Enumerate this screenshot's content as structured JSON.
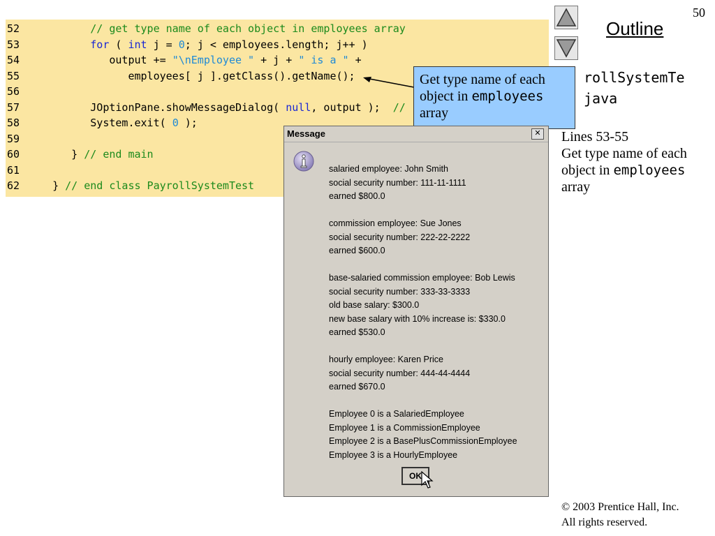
{
  "page_number": "50",
  "outline_label": "Outline",
  "side": {
    "file_line1": "rollSystemTe",
    "file_line2": "java",
    "lines_label": "Lines 53-55",
    "note_pre": "Get type name of each object in ",
    "note_code": "employees",
    "note_post": "array"
  },
  "callout": {
    "pre": "Get type name of each object in ",
    "code": "employees",
    "post": "array"
  },
  "code": {
    "lines": [
      {
        "num": "52",
        "tokens": [
          {
            "t": "         "
          },
          {
            "t": "// get type name of each object in employees array",
            "c": "cm"
          }
        ]
      },
      {
        "num": "53",
        "tokens": [
          {
            "t": "         "
          },
          {
            "t": "for",
            "c": "kw"
          },
          {
            "t": " ( "
          },
          {
            "t": "int",
            "c": "kw"
          },
          {
            "t": " j = "
          },
          {
            "t": "0",
            "c": "nm"
          },
          {
            "t": "; j < employees.length; j++ )"
          }
        ]
      },
      {
        "num": "54",
        "tokens": [
          {
            "t": "            output += "
          },
          {
            "t": "\"\\nEmployee \"",
            "c": "st"
          },
          {
            "t": " + j + "
          },
          {
            "t": "\" is a \"",
            "c": "st"
          },
          {
            "t": " +"
          }
        ]
      },
      {
        "num": "55",
        "tokens": [
          {
            "t": "               employees[ j ].getClass().getName();"
          }
        ]
      },
      {
        "num": "56",
        "tokens": [
          {
            "t": ""
          }
        ]
      },
      {
        "num": "57",
        "tokens": [
          {
            "t": "         JOptionPane.showMessageDialog( "
          },
          {
            "t": "null",
            "c": "kw"
          },
          {
            "t": ", output );  "
          },
          {
            "t": "//",
            "c": "cm"
          }
        ]
      },
      {
        "num": "58",
        "tokens": [
          {
            "t": "         System.exit( "
          },
          {
            "t": "0",
            "c": "nm"
          },
          {
            "t": " );"
          }
        ]
      },
      {
        "num": "59",
        "tokens": [
          {
            "t": ""
          }
        ]
      },
      {
        "num": "60",
        "tokens": [
          {
            "t": "      } "
          },
          {
            "t": "// end main",
            "c": "cm"
          }
        ]
      },
      {
        "num": "61",
        "tokens": [
          {
            "t": ""
          }
        ]
      },
      {
        "num": "62",
        "tokens": [
          {
            "t": "   } "
          },
          {
            "t": "// end class PayrollSystemTest",
            "c": "cm"
          }
        ]
      }
    ]
  },
  "dialog": {
    "title": "Message",
    "close_glyph": "✕",
    "ok_label": "OK",
    "icon": "info-icon",
    "lines": [
      "salaried employee: John Smith",
      "social security number: 111-11-1111",
      "earned $800.0",
      "",
      "commission employee: Sue Jones",
      "social security number: 222-22-2222",
      "earned $600.0",
      "",
      "base-salaried commission employee: Bob Lewis",
      "social security number: 333-33-3333",
      "old base salary: $300.0",
      "new base salary with 10% increase is: $330.0",
      "earned $530.0",
      "",
      "hourly employee: Karen Price",
      "social security number: 444-44-4444",
      "earned $670.0",
      "",
      "Employee 0 is a SalariedEmployee",
      "Employee 1 is a CommissionEmployee",
      "Employee 2 is a BasePlusCommissionEmployee",
      "Employee 3 is a HourlyEmployee"
    ]
  },
  "copyright": {
    "line1": "© 2003 Prentice Hall, Inc.",
    "line2": "All rights reserved."
  }
}
